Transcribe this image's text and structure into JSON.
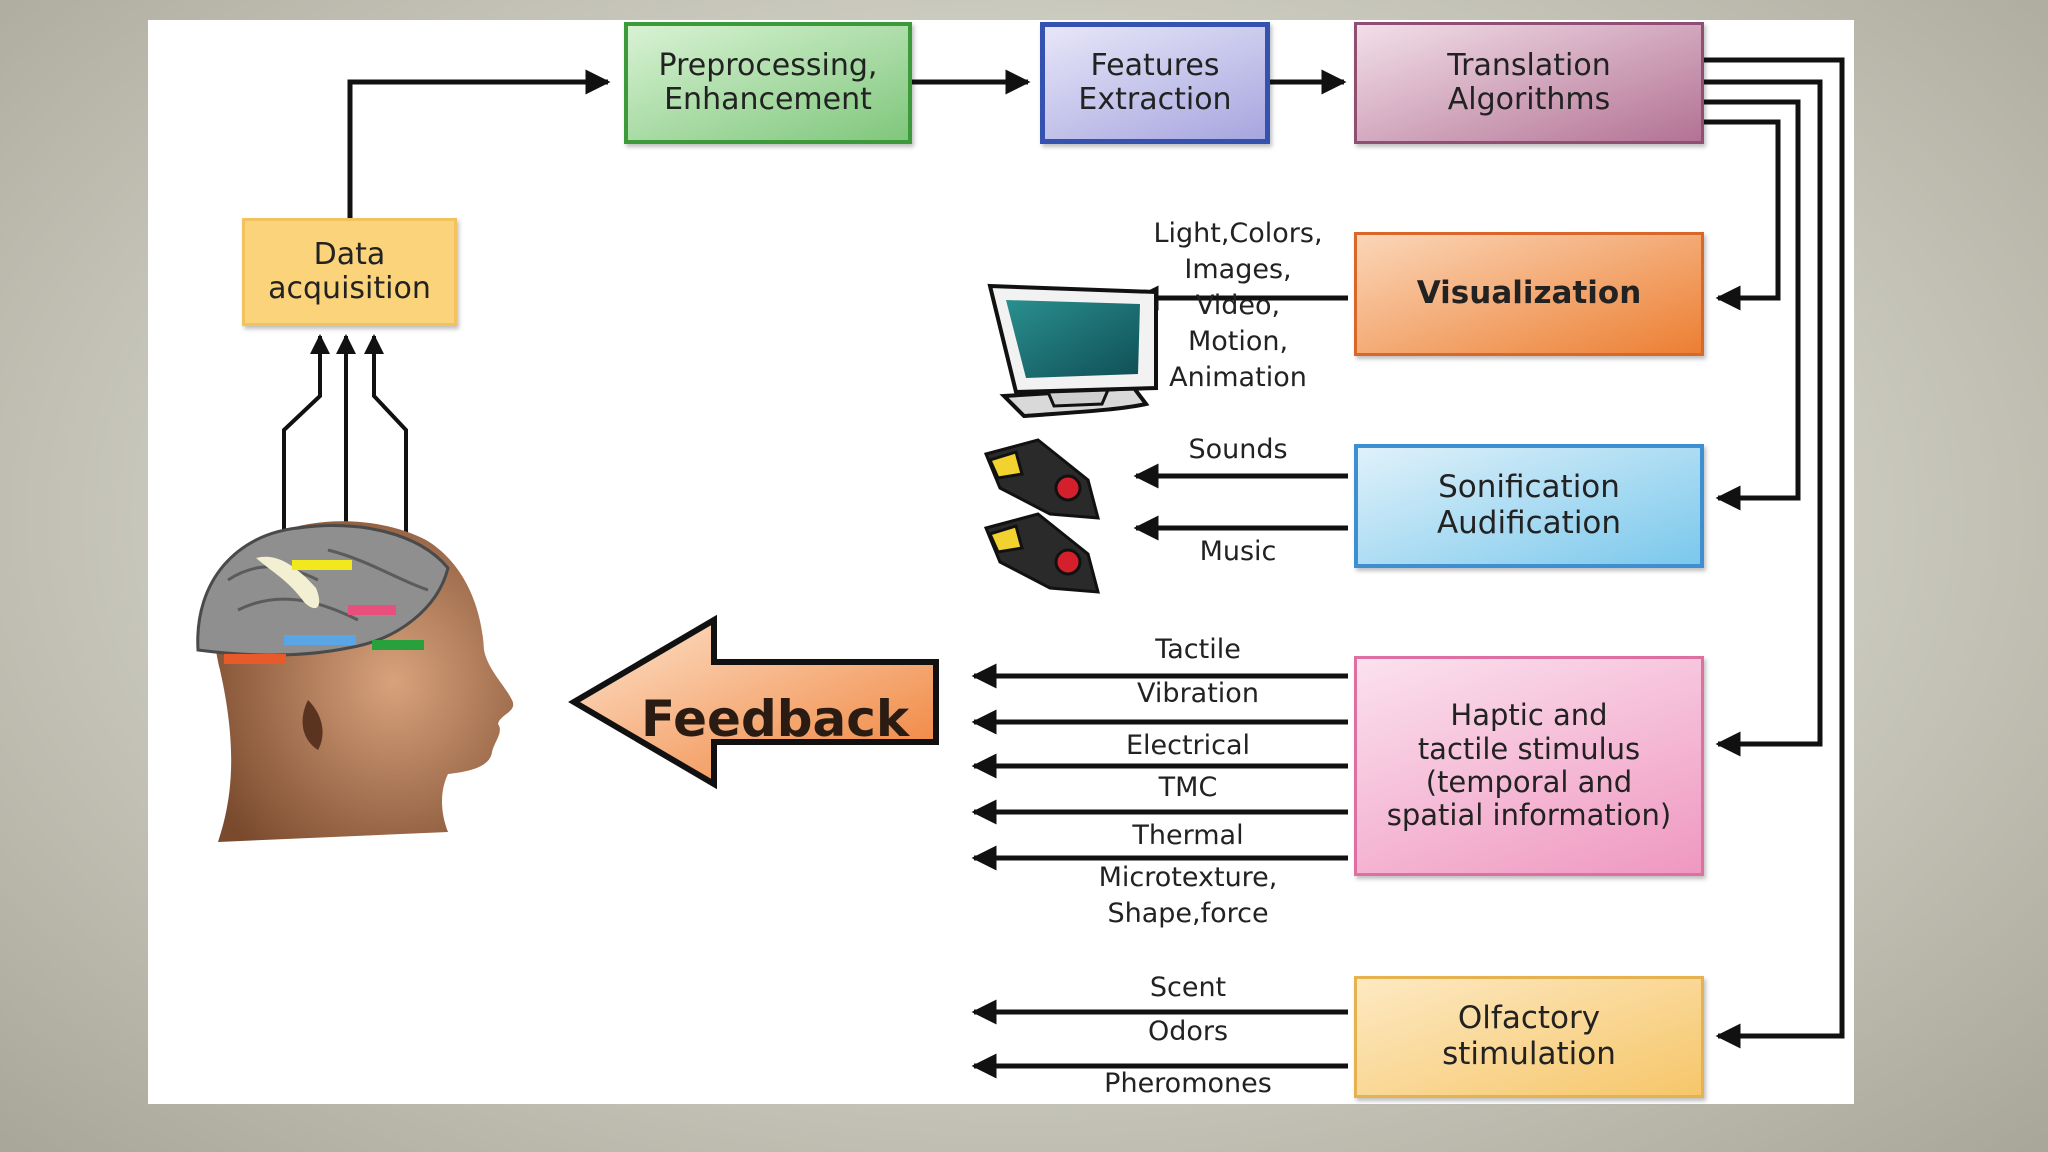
{
  "boxes": {
    "data_acquisition": "Data\nacquisition",
    "preprocessing": "Preprocessing,\nEnhancement",
    "features": "Features\nExtraction",
    "translation": "Translation\nAlgorithms",
    "visualization": "Visualization",
    "sonification": "Sonification\nAudification",
    "haptic": "Haptic and\ntactile stimulus\n(temporal and\nspatial information)",
    "olfactory": "Olfactory\nstimulation"
  },
  "labels": {
    "visual_outputs": "Light,Colors,\nImages,\nVideo,\nMotion,\nAnimation",
    "sounds": "Sounds",
    "music": "Music",
    "tactile": "Tactile",
    "vibration": "Vibration",
    "electrical": "Electrical",
    "tmc": "TMC",
    "thermal": "Thermal",
    "microtexture": "Microtexture,\nShape,force",
    "scent": "Scent",
    "odors": "Odors",
    "pheromones": "Pheromones"
  },
  "feedback": "Feedback",
  "colors": {
    "data_acquisition": "#fbd37a",
    "preprocessing": "#8fd08c",
    "features": "#b7b6e6",
    "translation": "#c894b0",
    "visualization": "#f09a52",
    "sonification": "#92d2ef",
    "haptic": "#f2a9cb",
    "olfactory": "#fbd37a",
    "arrow": "#111111",
    "feedback_arrow": "#f5a36a"
  },
  "icons": [
    "brain-head-icon",
    "computer-monitor-icon",
    "speaker-icon"
  ]
}
